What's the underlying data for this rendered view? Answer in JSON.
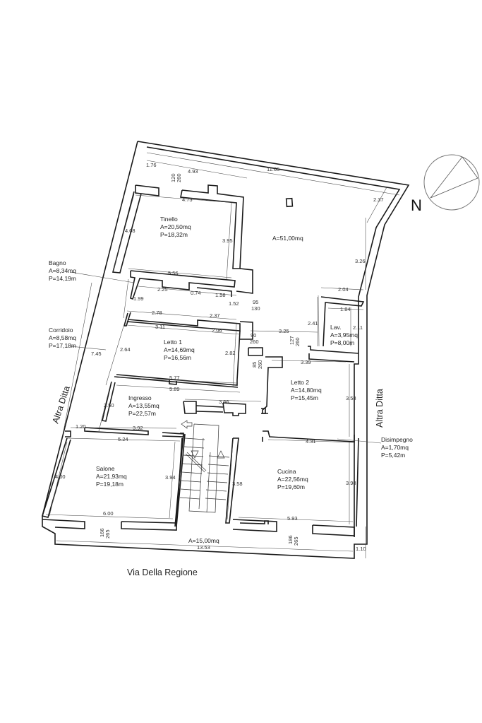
{
  "plan": {
    "street_label": "Via Della Regione",
    "left_neighbor_label": "Altra Ditta",
    "right_neighbor_label": "Altra Ditta",
    "north_label": "N",
    "icons": [
      "north-arrow-compass-icon",
      "stair-arrow-icon",
      "entrance-arrow-icon"
    ]
  },
  "rooms": [
    {
      "id": "tinello",
      "name": "Tinello",
      "area": "A=20,50mq",
      "perimeter": "P=18,32m"
    },
    {
      "id": "terrace",
      "name": "",
      "area": "A=51,00mq",
      "perimeter": ""
    },
    {
      "id": "bagno",
      "name": "Bagno",
      "area": "A=8,34mq",
      "perimeter": "P=14,19m"
    },
    {
      "id": "corridoio",
      "name": "Corridoio",
      "area": "A=8,58mq",
      "perimeter": "P=17,18m"
    },
    {
      "id": "letto1",
      "name": "Letto 1",
      "area": "A=14,69mq",
      "perimeter": "P=16,56m"
    },
    {
      "id": "lav",
      "name": "Lav.",
      "area": "A=3,95mq",
      "perimeter": "P=8,00m"
    },
    {
      "id": "ingresso",
      "name": "Ingresso",
      "area": "A=13,55mq",
      "perimeter": "P=22,57m"
    },
    {
      "id": "letto2",
      "name": "Letto 2",
      "area": "A=14,80mq",
      "perimeter": "P=15,45m"
    },
    {
      "id": "disimpegno",
      "name": "Disimpegno",
      "area": "A=1,70mq",
      "perimeter": "P=5,42m"
    },
    {
      "id": "salone",
      "name": "Salone",
      "area": "A=21,93mq",
      "perimeter": "P=19,18m"
    },
    {
      "id": "cucina",
      "name": "Cucina",
      "area": "A=22,56mq",
      "perimeter": "P=19,60m"
    },
    {
      "id": "balcony",
      "name": "",
      "area": "A=15,00mq",
      "perimeter": ""
    }
  ],
  "dimensions": {
    "d_1_76": "1.76",
    "d_4_93": "4.93",
    "d_11_65": "11.65",
    "d_4_73": "4.73",
    "d_2_37_top": "2.37",
    "d_4_08": "4.08",
    "d_3_95": "3.95",
    "d_3_26": "3.26",
    "d_5_56": "5.56",
    "d_2_25": "2.25",
    "d_0_74": "0.74",
    "d_1_58": "1.58",
    "d_1_99": "1.99",
    "d_1_52": "1.52",
    "d_2_04": "2.04",
    "d_1_84": "1.84",
    "d_2_78": "2.78",
    "d_2_37": "2.37",
    "d_3_11": "3.11",
    "d_2_06": "2.06",
    "d_3_25": "3.25",
    "d_2_41": "2.41",
    "d_2_11": "2.11",
    "d_7_45": "7.45",
    "d_2_64": "2.64",
    "d_2_82": "2.82",
    "d_3_39": "3.39",
    "d_5_77": "5.77",
    "d_5_89": "5.89",
    "d_3_66": "3.66",
    "d_3_58_r": "3.58",
    "d_2_50": "2.50",
    "d_1_20": "1.20",
    "d_3_92": "3.92",
    "d_5_24": "5.24",
    "d_4_31": "4.31",
    "d_4_00": "4.00",
    "d_3_94": "3.94",
    "d_3_58_c": "3.58",
    "d_3_98": "3.98",
    "d_6_00": "6.00",
    "d_5_93": "5.93",
    "d_13_53": "13.53",
    "d_1_10": "1.10"
  },
  "openings": {
    "o_120_260_a": "120",
    "o_120_260_b": "260",
    "o_95_130_a": "95",
    "o_95_130_b": "130",
    "o_90_260_a": "90",
    "o_90_260_b": "260",
    "o_127_260_a": "127",
    "o_127_260_b": "260",
    "o_85_260_a": "85",
    "o_85_260_b": "260",
    "o_166_265_a": "166",
    "o_166_265_b": "265",
    "o_186_265_a": "186",
    "o_186_265_b": "265"
  }
}
